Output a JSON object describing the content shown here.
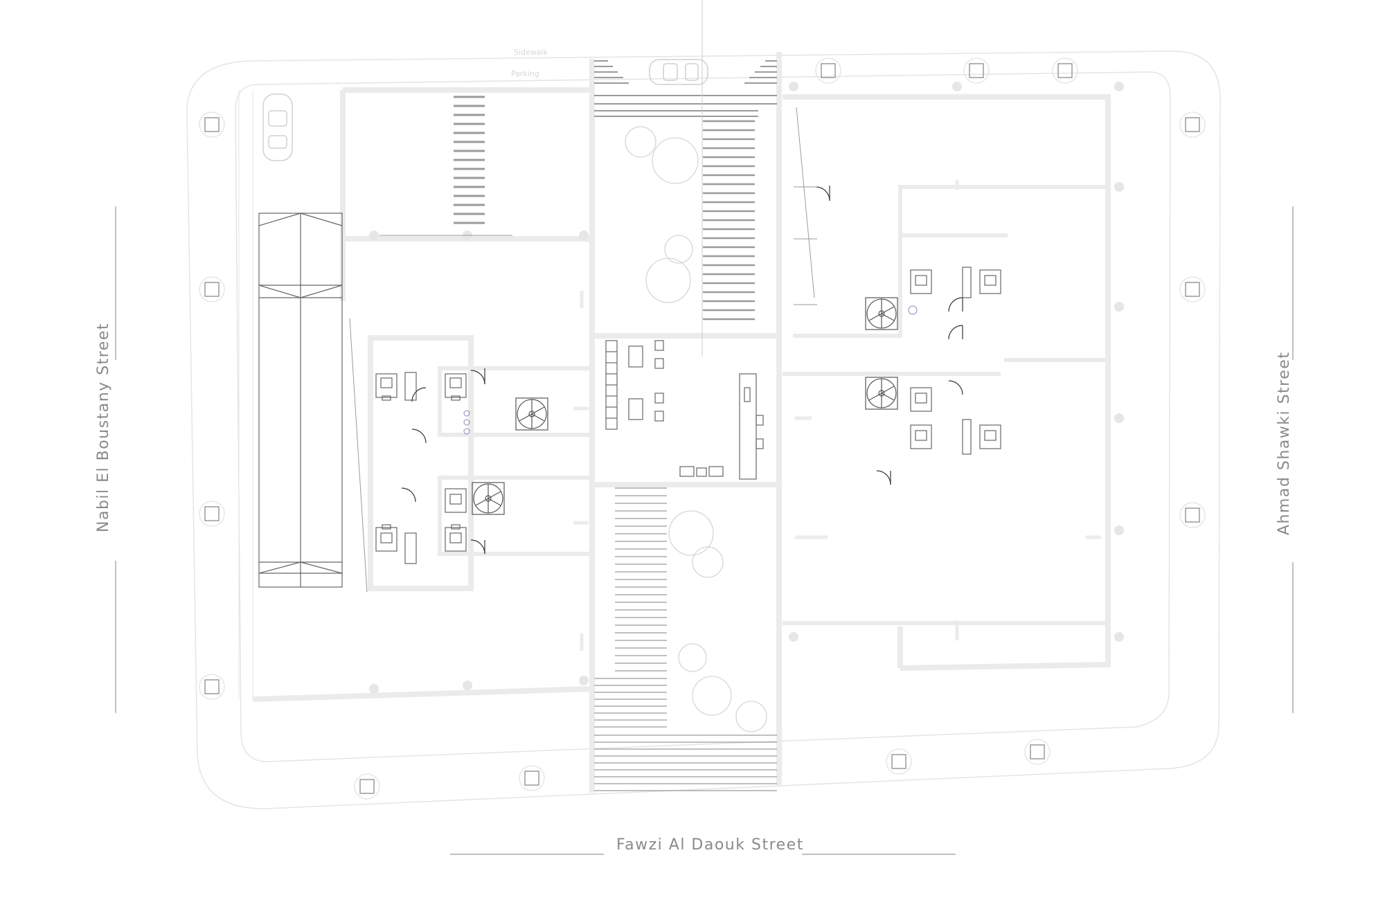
{
  "streets": {
    "bottom": "Fawzi Al Daouk Street",
    "left": "Nabil El Boustany Street",
    "right": "Ahmad Shawki Street"
  },
  "labels": {
    "sidewalk": "Sidewalk",
    "parking": "Parking"
  },
  "colors": {
    "background": "#ffffff",
    "wall": "#ebebeb",
    "line": "#dcdcdc",
    "dark_line": "#555555",
    "text": "#8a8a8a"
  }
}
